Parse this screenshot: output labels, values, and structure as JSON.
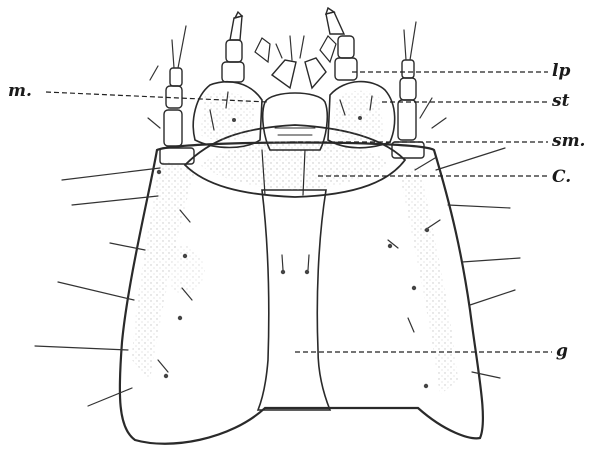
{
  "labels": {
    "m": "m.",
    "lp": "lp",
    "st": "st",
    "sm": "sm.",
    "c": "C.",
    "g": "g"
  },
  "colors": {
    "ink": "#2a2a2a",
    "stipple": "#bdbdbd",
    "background": "#ffffff"
  }
}
